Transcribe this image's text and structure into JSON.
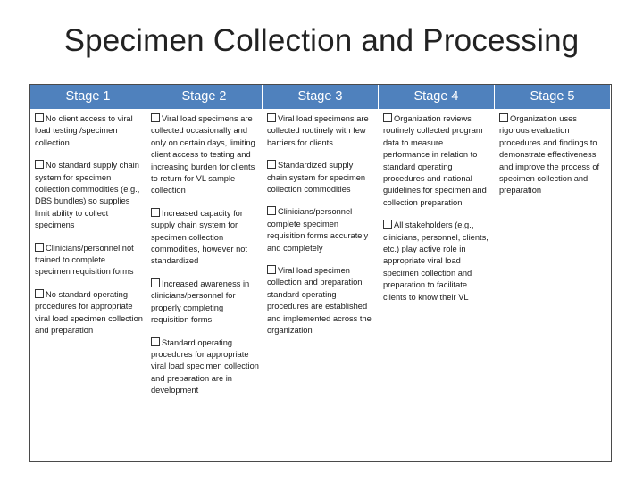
{
  "title": "Specimen Collection and Processing",
  "stages": [
    {
      "header": "Stage 1",
      "items": [
        "No client access to viral load testing /specimen collection",
        "No standard supply chain system for specimen collection commodities (e.g., DBS bundles) so supplies limit ability to collect specimens",
        "Clinicians/personnel not trained to complete specimen requisition forms",
        "No standard operating procedures for appropriate viral load specimen collection and preparation"
      ]
    },
    {
      "header": "Stage 2",
      "items": [
        "Viral load specimens are collected occasionally and only on certain days, limiting client access to testing and increasing burden for clients to return for VL sample collection",
        "Increased capacity for supply chain system for specimen collection commodities, however not standardized",
        "Increased awareness in clinicians/personnel for properly completing requisition forms",
        "Standard operating procedures for appropriate viral load specimen collection and preparation are in development"
      ]
    },
    {
      "header": "Stage 3",
      "items": [
        "Viral load specimens are collected routinely with few barriers for clients",
        "Standardized supply chain system for specimen collection commodities",
        "Clinicians/personnel complete specimen requisition forms accurately and completely",
        "Viral load specimen collection and preparation standard operating procedures are established and implemented across the organization"
      ]
    },
    {
      "header": "Stage 4",
      "items": [
        "Organization reviews routinely collected program data to measure performance in relation to standard operating procedures and national guidelines for specimen and collection preparation",
        "All stakeholders (e.g., clinicians, personnel, clients, etc.) play active role in appropriate viral load specimen collection and preparation to facilitate clients to know their VL"
      ]
    },
    {
      "header": "Stage 5",
      "items": [
        "Organization uses rigorous evaluation procedures and findings to demonstrate effectiveness and improve the process of specimen collection and preparation"
      ]
    }
  ],
  "colors": {
    "header_bg": "#4f81bd",
    "header_text": "#ffffff",
    "border": "#4a4a4a"
  }
}
